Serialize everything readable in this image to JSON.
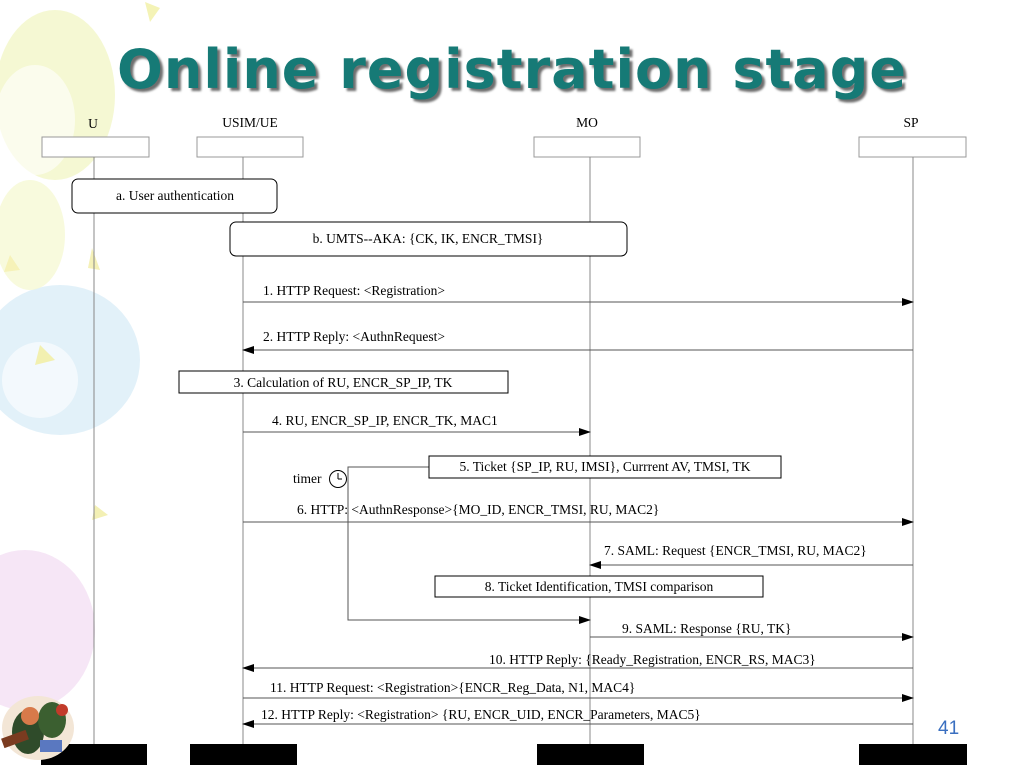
{
  "slide": {
    "title": "Online registration stage",
    "page_number": "41"
  },
  "diagram": {
    "participants": [
      {
        "label": "U"
      },
      {
        "label": "USIM/UE"
      },
      {
        "label": "MO"
      },
      {
        "label": "SP"
      }
    ],
    "phases": [
      {
        "label": "a. User authentication"
      },
      {
        "label": "b. UMTS--AKA: {CK, IK, ENCR_TMSI}"
      }
    ],
    "steps": [
      {
        "label": "1.  HTTP Request: <Registration>"
      },
      {
        "label": "2.  HTTP Reply: <AuthnRequest>"
      },
      {
        "label": "3. Calculation of RU, ENCR_SP_IP, TK"
      },
      {
        "label": "4. RU, ENCR_SP_IP, ENCR_TK, MAC1"
      },
      {
        "label": "5. Ticket {SP_IP, RU, IMSI}, Currrent AV, TMSI, TK"
      },
      {
        "label": "6. HTTP: <AuthnResponse>{MO_ID, ENCR_TMSI, RU, MAC2}"
      },
      {
        "label": "7. SAML: Request {ENCR_TMSI, RU, MAC2}"
      },
      {
        "label": "8. Ticket Identification, TMSI comparison"
      },
      {
        "label": "9. SAML: Response {RU, TK}"
      },
      {
        "label": "10. HTTP Reply:  {Ready_Registration, ENCR_RS, MAC3}"
      },
      {
        "label": "11. HTTP Request: <Registration>{ENCR_Reg_Data, N1, MAC4}"
      },
      {
        "label": "12. HTTP Reply: <Registration> {RU, ENCR_UID, ENCR_Parameters, MAC5}"
      }
    ],
    "timer_label": "timer"
  },
  "colors": {
    "title": "#167a76",
    "page_number": "#3a6fc0"
  }
}
